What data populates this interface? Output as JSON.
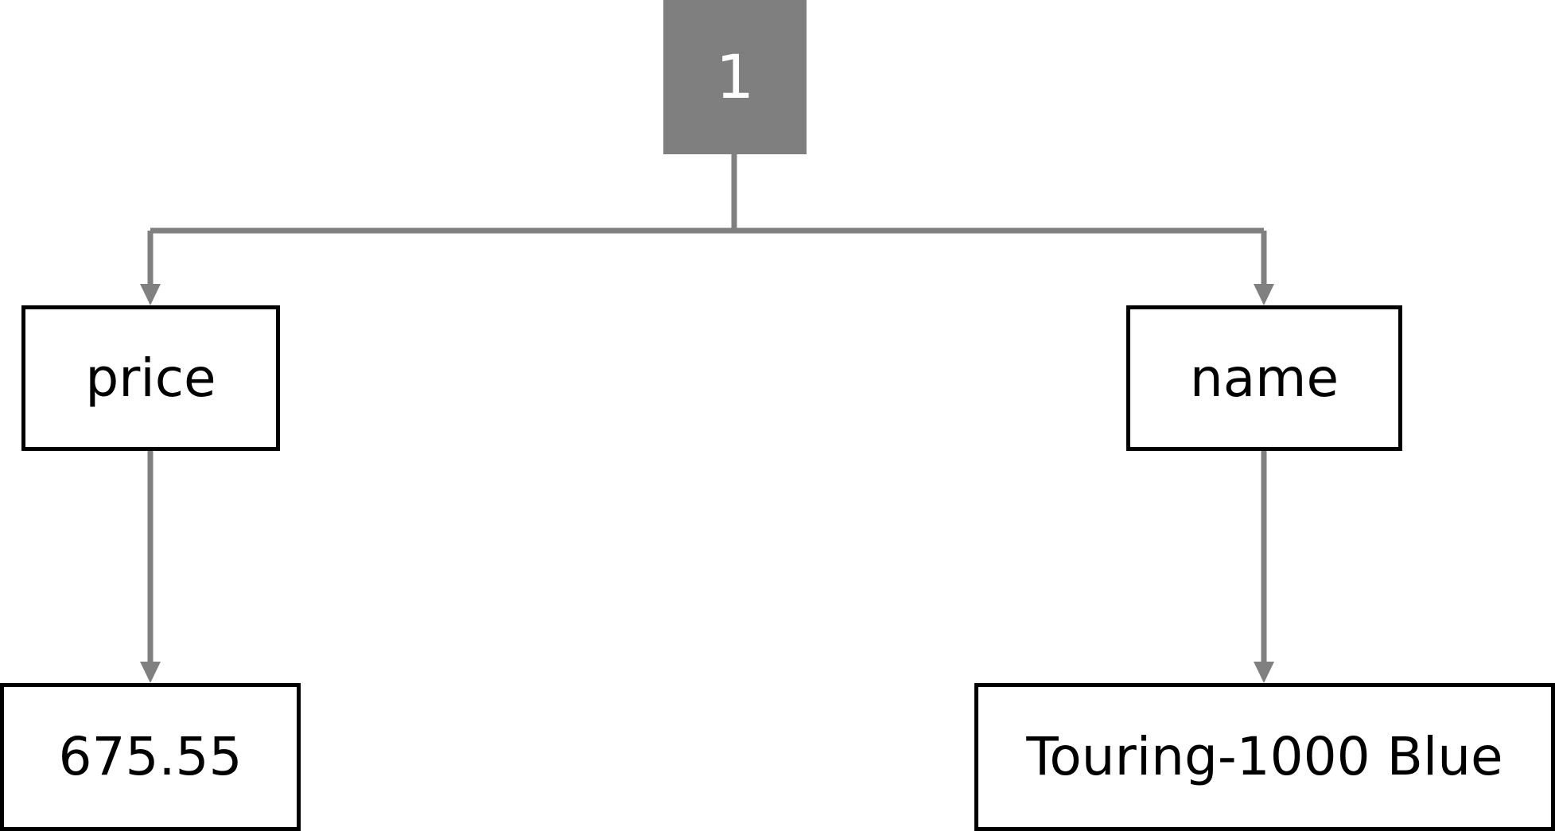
{
  "colors": {
    "root_fill": "#7f7f7f",
    "connector": "#808080",
    "node_border": "#000000",
    "node_fill": "#ffffff",
    "text": "#000000",
    "root_text": "#ffffff"
  },
  "root": {
    "label": "1"
  },
  "children": [
    {
      "label": "price",
      "child": {
        "label": "675.55"
      }
    },
    {
      "label": "name",
      "child": {
        "label": "Touring-1000 Blue"
      }
    }
  ]
}
